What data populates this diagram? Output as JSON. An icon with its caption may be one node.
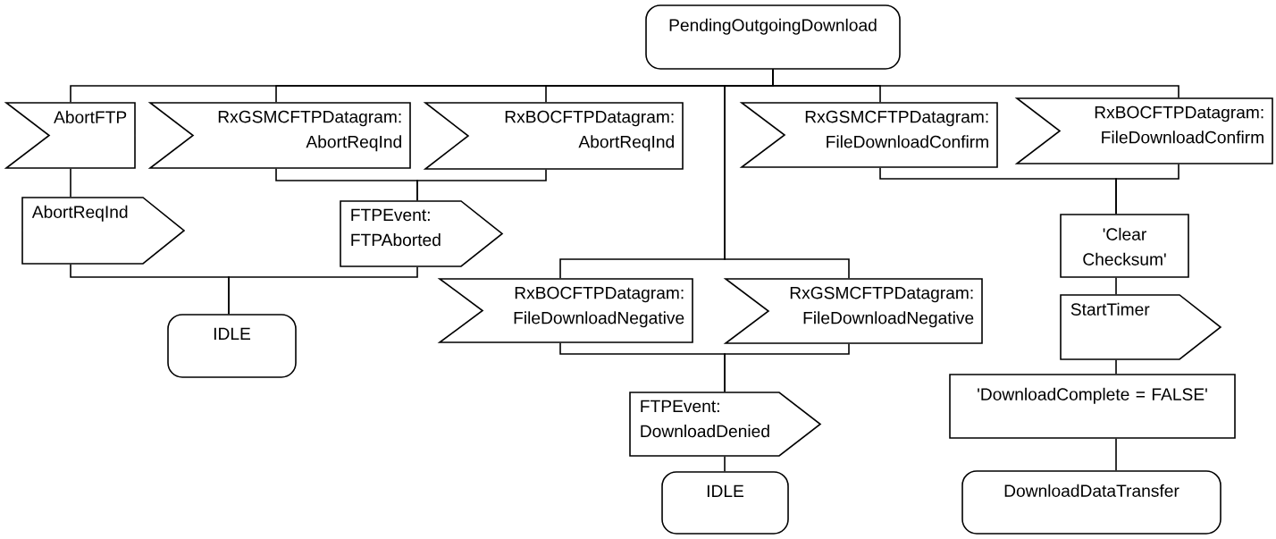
{
  "diagram": {
    "nodes": [
      {
        "text": [
          "PendingOutgoingDownload"
        ]
      },
      {
        "text": [
          "AbortFTP"
        ]
      },
      {
        "text": [
          "RxGSMCFTPDatagram: AbortReqInd"
        ]
      },
      {
        "text": [
          "RxBOCFTPDatagram: AbortReqInd"
        ]
      },
      {
        "text": [
          "RxGSMCFTPDatagram: FileDownloadConfirm"
        ]
      },
      {
        "text": [
          "RxBOCFTPDatagram: FileDownloadConfirm"
        ]
      },
      {
        "text": [
          "AbortReqInd"
        ]
      },
      {
        "text": [
          "FTPEvent: FTPAborted"
        ]
      },
      {
        "text": [
          "IDLE"
        ]
      },
      {
        "text": [
          "RxBOCFTPDatagram: FileDownloadNegative"
        ]
      },
      {
        "text": [
          "RxGSMCFTPDatagram: FileDownloadNegative"
        ]
      },
      {
        "text": [
          "'Clear Checksum'"
        ]
      },
      {
        "text": [
          "StartTimer"
        ]
      },
      {
        "text": [
          "'DownloadComplete = FALSE'"
        ]
      },
      {
        "text": [
          "FTPEvent: DownloadDenied"
        ]
      },
      {
        "text": [
          "IDLE"
        ]
      },
      {
        "text": [
          "DownloadDataTransfer"
        ]
      }
    ],
    "edges": [
      {
        "from": 0,
        "to": 1,
        "arrow": "none"
      },
      {
        "from": 0,
        "to": 2,
        "arrow": "none"
      },
      {
        "from": 0,
        "to": 3,
        "arrow": "none"
      },
      {
        "from": 0,
        "to": 4,
        "arrow": "none"
      },
      {
        "from": 0,
        "to": 5,
        "arrow": "none"
      },
      {
        "from": 0,
        "to": 9,
        "arrow": "none"
      },
      {
        "from": 0,
        "to": 10,
        "arrow": "none"
      },
      {
        "from": 1,
        "to": 6,
        "arrow": "none"
      },
      {
        "from": 2,
        "to": 7,
        "arrow": "none"
      },
      {
        "from": 3,
        "to": 7,
        "arrow": "none"
      },
      {
        "from": 6,
        "to": 8,
        "arrow": "none"
      },
      {
        "from": 7,
        "to": 8,
        "arrow": "none"
      },
      {
        "from": 9,
        "to": 14,
        "arrow": "none"
      },
      {
        "from": 10,
        "to": 14,
        "arrow": "none"
      },
      {
        "from": 14,
        "to": 15,
        "arrow": "none"
      },
      {
        "from": 4,
        "to": 11,
        "arrow": "none"
      },
      {
        "from": 5,
        "to": 11,
        "arrow": "none"
      },
      {
        "from": 11,
        "to": 12,
        "arrow": "none"
      },
      {
        "from": 12,
        "to": 13,
        "arrow": "none"
      },
      {
        "from": 13,
        "to": 16,
        "arrow": "none"
      }
    ]
  }
}
